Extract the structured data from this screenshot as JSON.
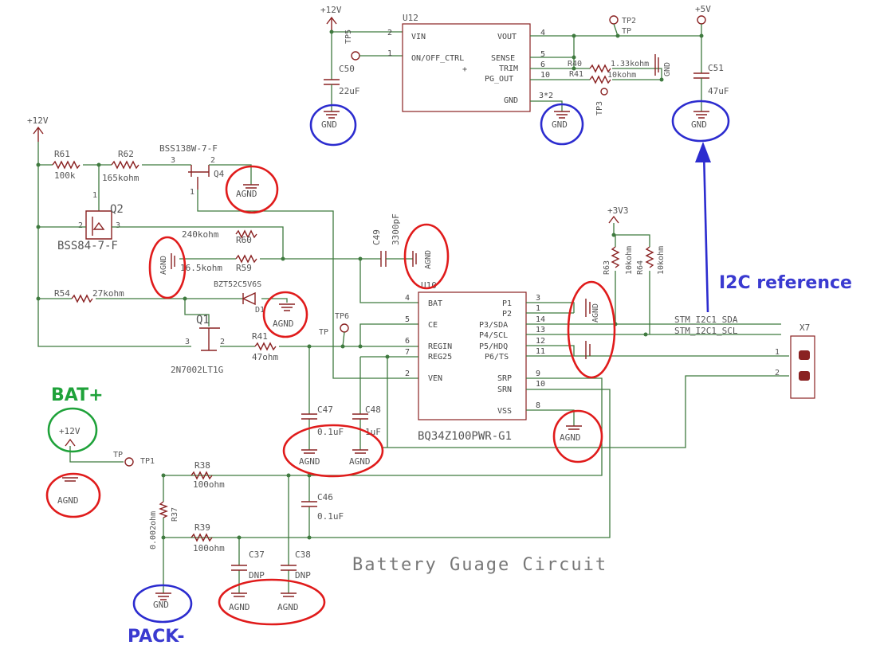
{
  "diagram": {
    "title": "Battery Guage Circuit",
    "annotations": {
      "i2c_reference": "I2C reference",
      "bat_plus": "BAT+",
      "pack_minus": "PACK-"
    },
    "chips": {
      "u12": {
        "name": "U12",
        "pins_left": [
          {
            "num": "2",
            "name": "VIN"
          },
          {
            "num": "1",
            "name": "ON/OFF_CTRL"
          }
        ],
        "pins_right": [
          {
            "num": "4",
            "name": "VOUT"
          },
          {
            "num": "5",
            "name": "SENSE"
          },
          {
            "num": "6",
            "name": "TRIM"
          },
          {
            "num": "10",
            "name": "PG_OUT"
          },
          {
            "num": "3*2",
            "name": "GND"
          }
        ]
      },
      "u10": {
        "name": "U10",
        "part": "BQ34Z100PWR-G1",
        "pins_left": [
          {
            "num": "4",
            "name": "BAT"
          },
          {
            "num": "5",
            "name": "CE"
          },
          {
            "num": "6",
            "name": "REGIN"
          },
          {
            "num": "7",
            "name": "REG25"
          },
          {
            "num": "2",
            "name": "VEN"
          }
        ],
        "pins_right": [
          {
            "num": "3",
            "name": "P1"
          },
          {
            "num": "1",
            "name": "P2"
          },
          {
            "num": "14",
            "name": "P3/SDA"
          },
          {
            "num": "13",
            "name": "P4/SCL"
          },
          {
            "num": "12",
            "name": "P5/HDQ"
          },
          {
            "num": "11",
            "name": "P6/TS"
          },
          {
            "num": "9",
            "name": "SRP"
          },
          {
            "num": "10",
            "name": "SRN"
          },
          {
            "num": "8",
            "name": "VSS"
          }
        ]
      }
    },
    "power": {
      "v12_top": "+12V",
      "v12_left": "+12V",
      "v12_bat": "+12V",
      "v5": "+5V",
      "v3v3": "+3V3"
    },
    "grounds": {
      "gnd": "GND",
      "agnd": "AGND"
    },
    "resistors": {
      "r61": {
        "name": "R61",
        "value": "100k"
      },
      "r62": {
        "name": "R62",
        "value": "165kohm"
      },
      "r60": {
        "name": "R60",
        "value": "240kohm"
      },
      "r59": {
        "name": "R59",
        "value": "16.5kohm"
      },
      "r54": {
        "name": "R54",
        "value": "27kohm"
      },
      "r41b": {
        "name": "R41",
        "value": "47ohm"
      },
      "r40": {
        "name": "R40",
        "value": "1.33kohm"
      },
      "r41": {
        "name": "R41",
        "value": "10kohm"
      },
      "r63": {
        "name": "R63",
        "value": "10kohm"
      },
      "r64": {
        "name": "R64",
        "value": "10kohm"
      },
      "r38": {
        "name": "R38",
        "value": "100ohm"
      },
      "r39": {
        "name": "R39",
        "value": "100ohm"
      },
      "r37": {
        "name": "R37",
        "value": "0.002ohm"
      }
    },
    "capacitors": {
      "c50": {
        "name": "C50",
        "value": "22uF"
      },
      "c51": {
        "name": "C51",
        "value": "47uF"
      },
      "c49": {
        "name": "C49",
        "value": "3300pF"
      },
      "c47": {
        "name": "C47",
        "value": "0.1uF"
      },
      "c48": {
        "name": "C48",
        "value": "1uF"
      },
      "c46": {
        "name": "C46",
        "value": "0.1uF"
      },
      "c37": {
        "name": "C37",
        "value": "DNP"
      },
      "c38": {
        "name": "C38",
        "value": "DNP"
      }
    },
    "transistors": {
      "q4": {
        "name": "Q4",
        "part": "BSS138W-7-F"
      },
      "q2": {
        "name": "Q2",
        "part": "BSS84-7-F"
      },
      "q1": {
        "name": "Q1",
        "part": "2N7002LT1G"
      }
    },
    "diode": {
      "name": "D1",
      "part": "BZT52C5V6S"
    },
    "testpoints": {
      "tp5": "TP5",
      "tp2": "TP2",
      "tp3": "TP3",
      "tp6": "TP6",
      "tp1": "TP1",
      "tp": "TP"
    },
    "connector": {
      "name": "X7",
      "pins": [
        "1",
        "2"
      ]
    },
    "nets": {
      "sda": "STM_I2C1_SDA",
      "scl": "STM_I2C1_SCL"
    },
    "pin_nums": {
      "q_pin1": "1",
      "q_pin2": "2",
      "q_pin3": "3"
    },
    "colors": {
      "wire": "#3f7a3f",
      "symbol": "#8a2222",
      "annotation_red": "#e01b1b",
      "annotation_blue": "#2c2ccf",
      "annotation_green": "#1fa23a"
    }
  }
}
